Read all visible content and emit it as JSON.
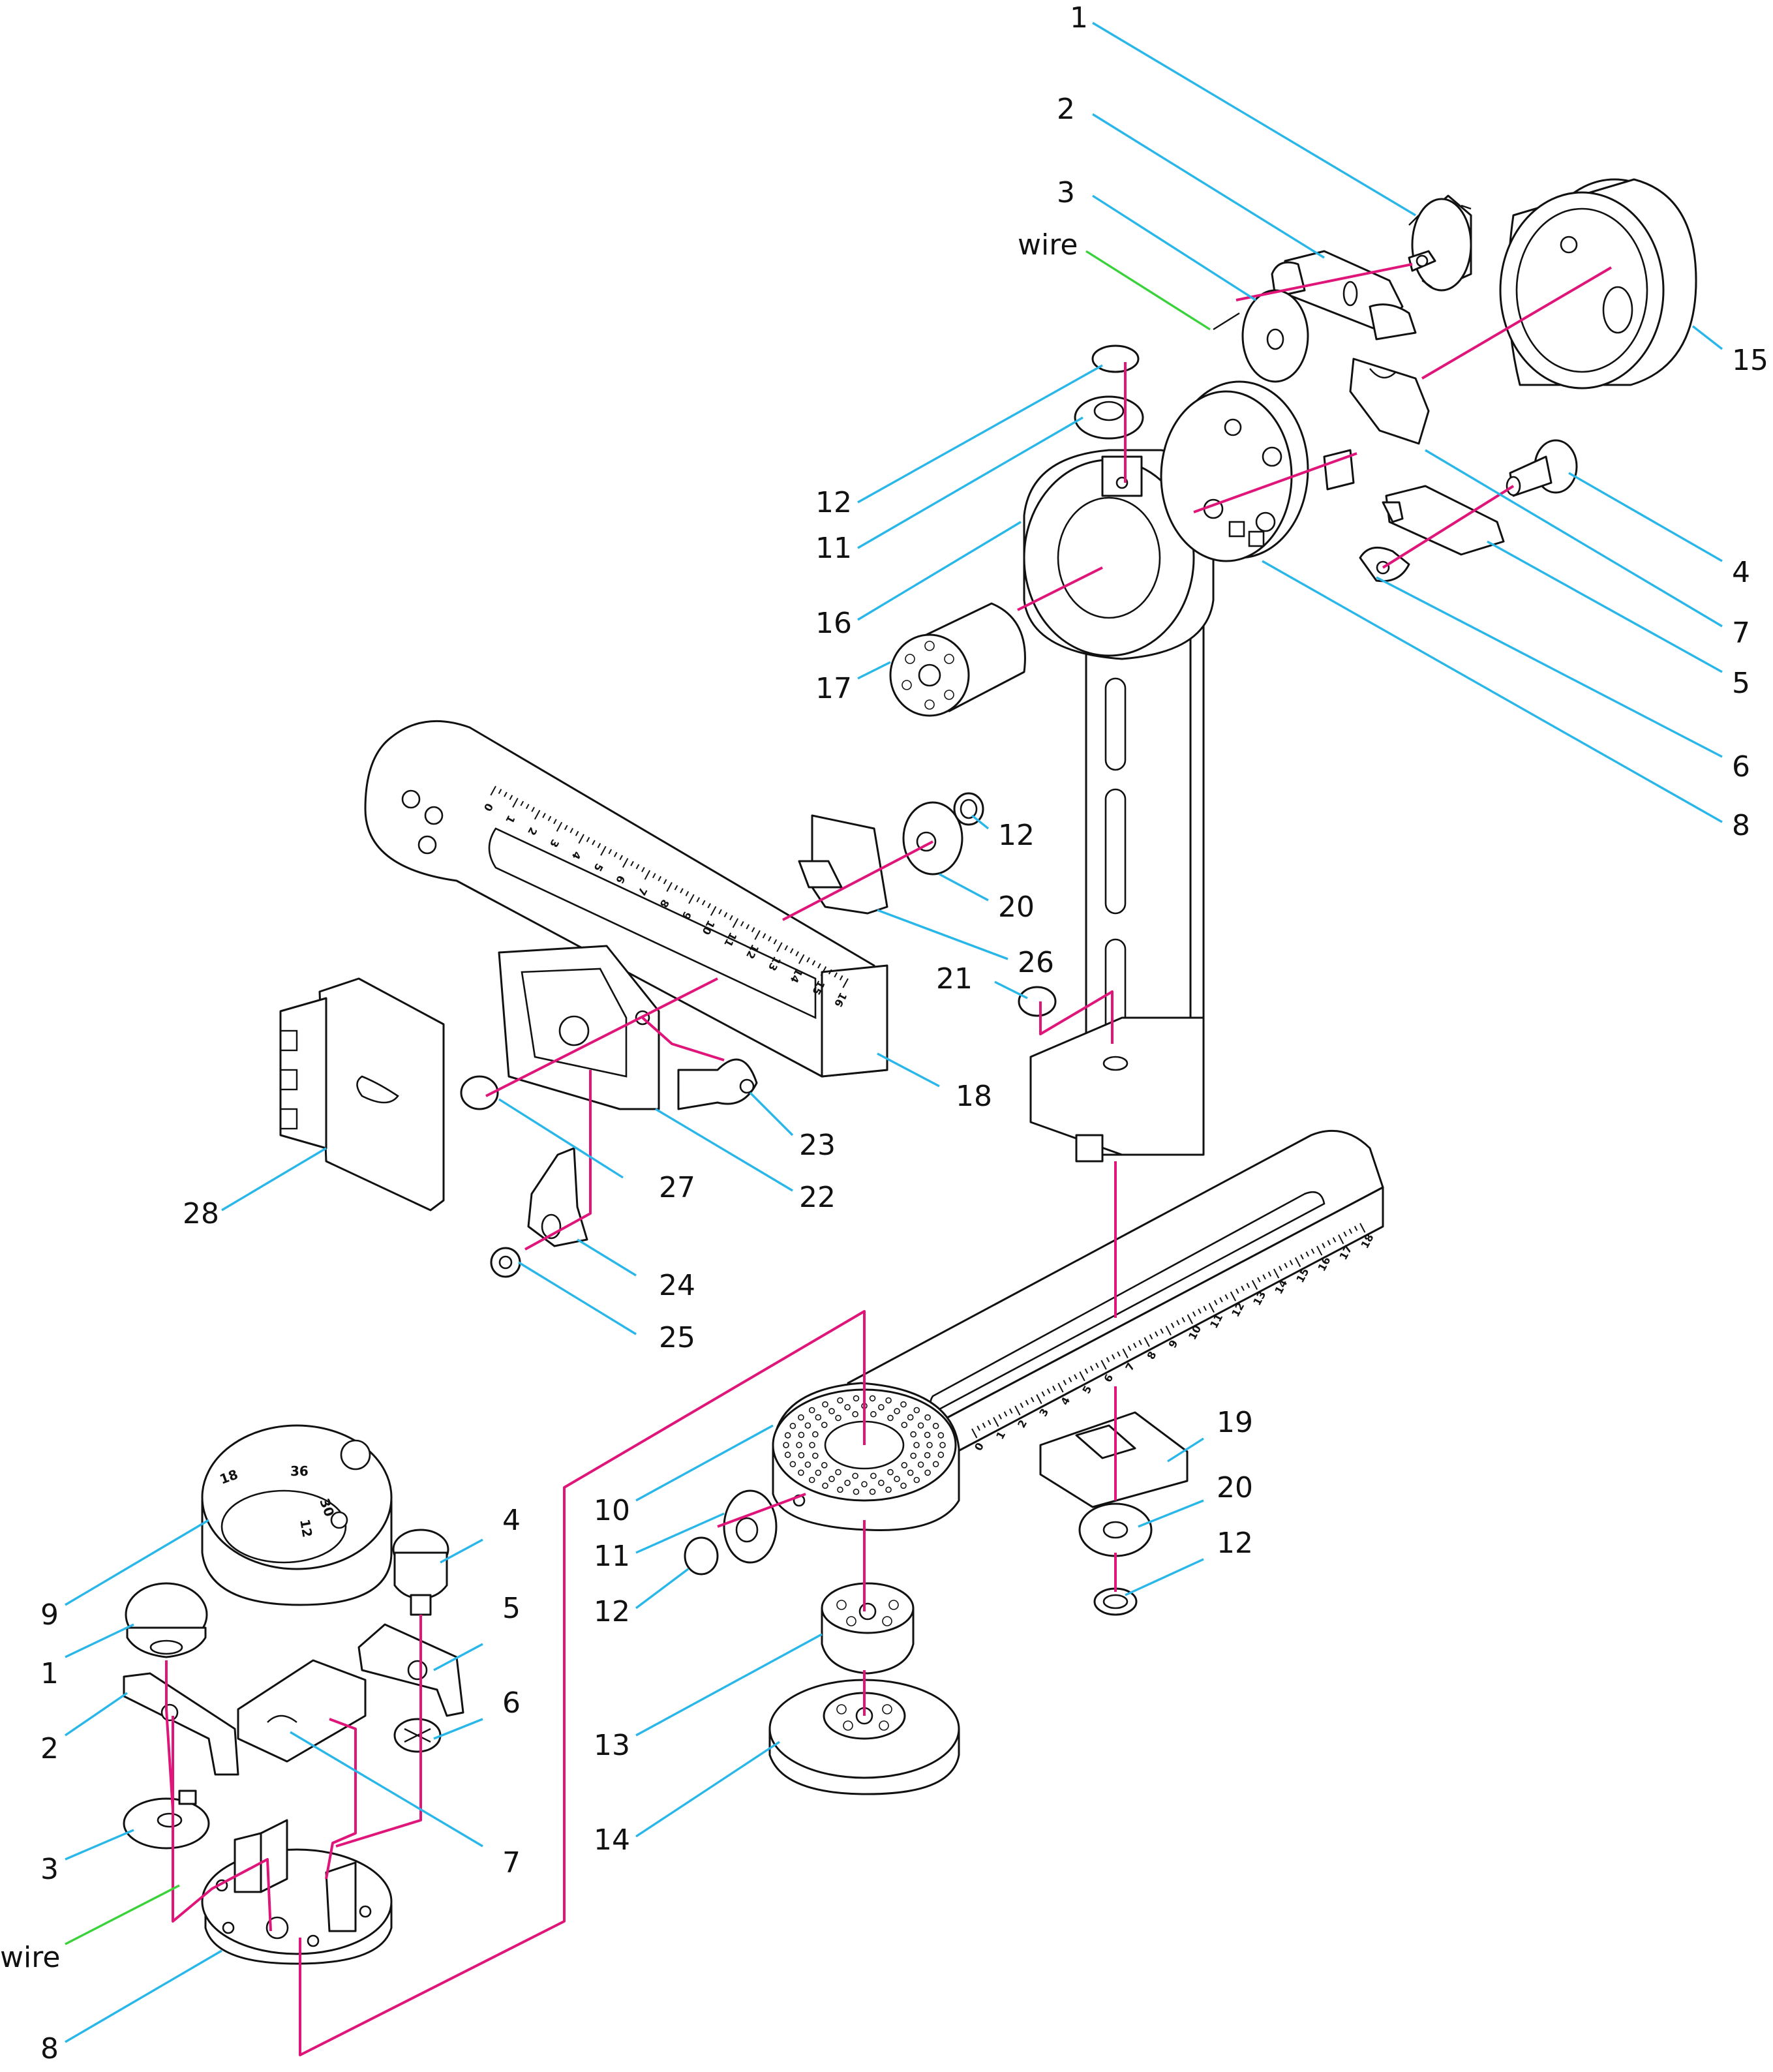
{
  "colors": {
    "leader": "#29b7ea",
    "wire_leader": "#3ad23a",
    "assembly_axis": "#e0157a",
    "outline": "#111111"
  },
  "callouts": {
    "main": {
      "c1": "1",
      "c2": "2",
      "c3": "3",
      "wire": "wire",
      "c15": "15",
      "c12a": "12",
      "c11a": "11",
      "c4": "4",
      "c16": "16",
      "c7": "7",
      "c5": "5",
      "c17": "17",
      "c6": "6",
      "c8": "8",
      "c12b": "12",
      "c20a": "20",
      "c26": "26",
      "c21": "21",
      "c18": "18",
      "c23": "23",
      "c27": "27",
      "c22": "22",
      "c28": "28",
      "c24": "24",
      "c25": "25",
      "c19": "19",
      "c20b": "20",
      "c12c": "12",
      "c10": "10",
      "c11b": "11",
      "c12d": "12",
      "c13": "13",
      "c14": "14"
    },
    "detail": {
      "c9": "9",
      "c4": "4",
      "c5": "5",
      "c1": "1",
      "c6": "6",
      "c2": "2",
      "c7": "7",
      "c3": "3",
      "wire": "wire",
      "c8": "8"
    }
  },
  "scales": {
    "upper_arm": [
      "0",
      "1",
      "2",
      "3",
      "4",
      "5",
      "6",
      "7",
      "8",
      "9",
      "10",
      "11",
      "12",
      "13",
      "14",
      "15",
      "16"
    ],
    "lower_arm": [
      "0",
      "1",
      "2",
      "3",
      "4",
      "5",
      "6",
      "7",
      "8",
      "9",
      "10",
      "11",
      "12",
      "13",
      "14",
      "15",
      "16",
      "17",
      "18"
    ]
  },
  "ring_marks": [
    "18",
    "36",
    "30",
    "12"
  ]
}
